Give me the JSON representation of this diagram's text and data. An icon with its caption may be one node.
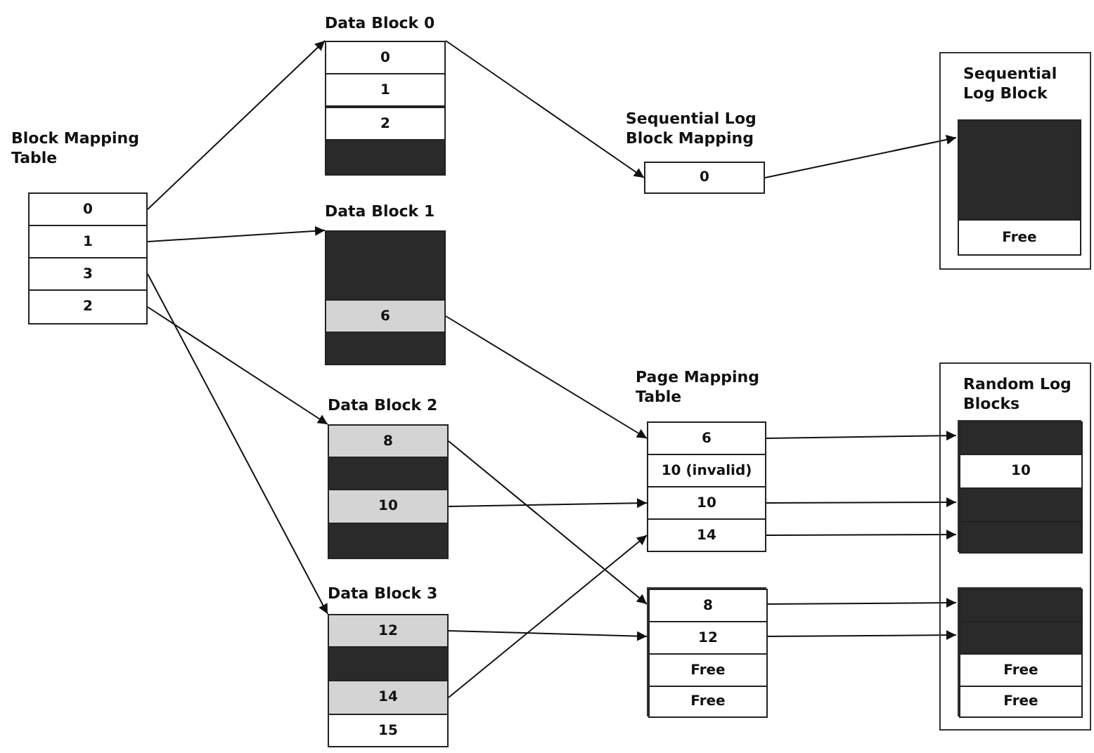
{
  "diagram": {
    "nodes": [
      {
        "text": [
          "Block Mapping Table"
        ]
      },
      {
        "text": [
          "0"
        ],
        "in": 0
      },
      {
        "text": [
          "1"
        ],
        "in": 0
      },
      {
        "text": [
          "3"
        ],
        "in": 0
      },
      {
        "text": [
          "2"
        ],
        "in": 0
      },
      {
        "text": [
          "Data Block 0"
        ]
      },
      {
        "text": [
          "0"
        ],
        "in": 5
      },
      {
        "text": [
          "1"
        ],
        "in": 5
      },
      {
        "text": [
          "2"
        ],
        "in": 5
      },
      {
        "text": [],
        "shape": "box",
        "in": 5
      },
      {
        "text": [
          "Data Block 1"
        ]
      },
      {
        "text": [],
        "shape": "box",
        "in": 10
      },
      {
        "text": [
          "6"
        ],
        "in": 10
      },
      {
        "text": [],
        "shape": "box",
        "in": 10
      },
      {
        "text": [
          "Data Block 2"
        ]
      },
      {
        "text": [
          "8"
        ],
        "in": 14
      },
      {
        "text": [],
        "shape": "box",
        "in": 14
      },
      {
        "text": [
          "10"
        ],
        "in": 14
      },
      {
        "text": [],
        "shape": "box",
        "in": 14
      },
      {
        "text": [
          "Data Block 3"
        ]
      },
      {
        "text": [
          "12"
        ],
        "in": 19
      },
      {
        "text": [],
        "shape": "box",
        "in": 19
      },
      {
        "text": [
          "14"
        ],
        "in": 19
      },
      {
        "text": [
          "15"
        ],
        "in": 19
      },
      {
        "text": [
          "Sequential Log Block Mapping"
        ]
      },
      {
        "text": [
          "0"
        ],
        "in": 24
      },
      {
        "text": [
          "Sequential Log Block"
        ]
      },
      {
        "text": [],
        "shape": "box",
        "in": 26
      },
      {
        "text": [
          "Free"
        ],
        "in": 26
      },
      {
        "text": [
          "Page Mapping Table"
        ]
      },
      {
        "text": [
          "6"
        ],
        "in": 29
      },
      {
        "text": [
          "10 (invalid)"
        ],
        "in": 29
      },
      {
        "text": [
          "10"
        ],
        "in": 29
      },
      {
        "text": [
          "14"
        ],
        "in": 29
      },
      {
        "text": [],
        "shape": "box"
      },
      {
        "text": [
          "8"
        ],
        "in": 34
      },
      {
        "text": [
          "12"
        ],
        "in": 34
      },
      {
        "text": [
          "Free"
        ],
        "in": 34
      },
      {
        "text": [
          "Free"
        ],
        "in": 34
      },
      {
        "text": [
          "Random Log Blocks"
        ]
      },
      {
        "text": [],
        "shape": "box",
        "in": 39
      },
      {
        "text": [],
        "shape": "box",
        "in": 40
      },
      {
        "text": [
          "10"
        ],
        "in": 40
      },
      {
        "text": [],
        "shape": "box",
        "in": 40
      },
      {
        "text": [],
        "shape": "box",
        "in": 40
      },
      {
        "text": [],
        "shape": "box",
        "in": 39
      },
      {
        "text": [],
        "shape": "box",
        "in": 45
      },
      {
        "text": [],
        "shape": "box",
        "in": 45
      },
      {
        "text": [
          "Free"
        ],
        "in": 45
      },
      {
        "text": [
          "Free"
        ],
        "in": 45
      }
    ],
    "edges": [
      {
        "from": 1,
        "to": 5,
        "arrow": "to"
      },
      {
        "from": 2,
        "to": 10,
        "arrow": "to"
      },
      {
        "from": 3,
        "to": 19,
        "arrow": "to"
      },
      {
        "from": 4,
        "to": 14,
        "arrow": "to"
      },
      {
        "from": 5,
        "to": 25,
        "arrow": "to"
      },
      {
        "from": 25,
        "to": 27,
        "arrow": "to"
      },
      {
        "from": 12,
        "to": 30,
        "arrow": "to"
      },
      {
        "from": 15,
        "to": 35,
        "arrow": "to"
      },
      {
        "from": 17,
        "to": 32,
        "arrow": "to"
      },
      {
        "from": 20,
        "to": 36,
        "arrow": "to"
      },
      {
        "from": 22,
        "to": 33,
        "arrow": "to"
      },
      {
        "from": 30,
        "to": 41,
        "arrow": "to"
      },
      {
        "from": 32,
        "to": 43,
        "arrow": "to"
      },
      {
        "from": 33,
        "to": 44,
        "arrow": "to"
      },
      {
        "from": 35,
        "to": 46,
        "arrow": "to"
      },
      {
        "from": 36,
        "to": 47,
        "arrow": "to"
      }
    ]
  }
}
